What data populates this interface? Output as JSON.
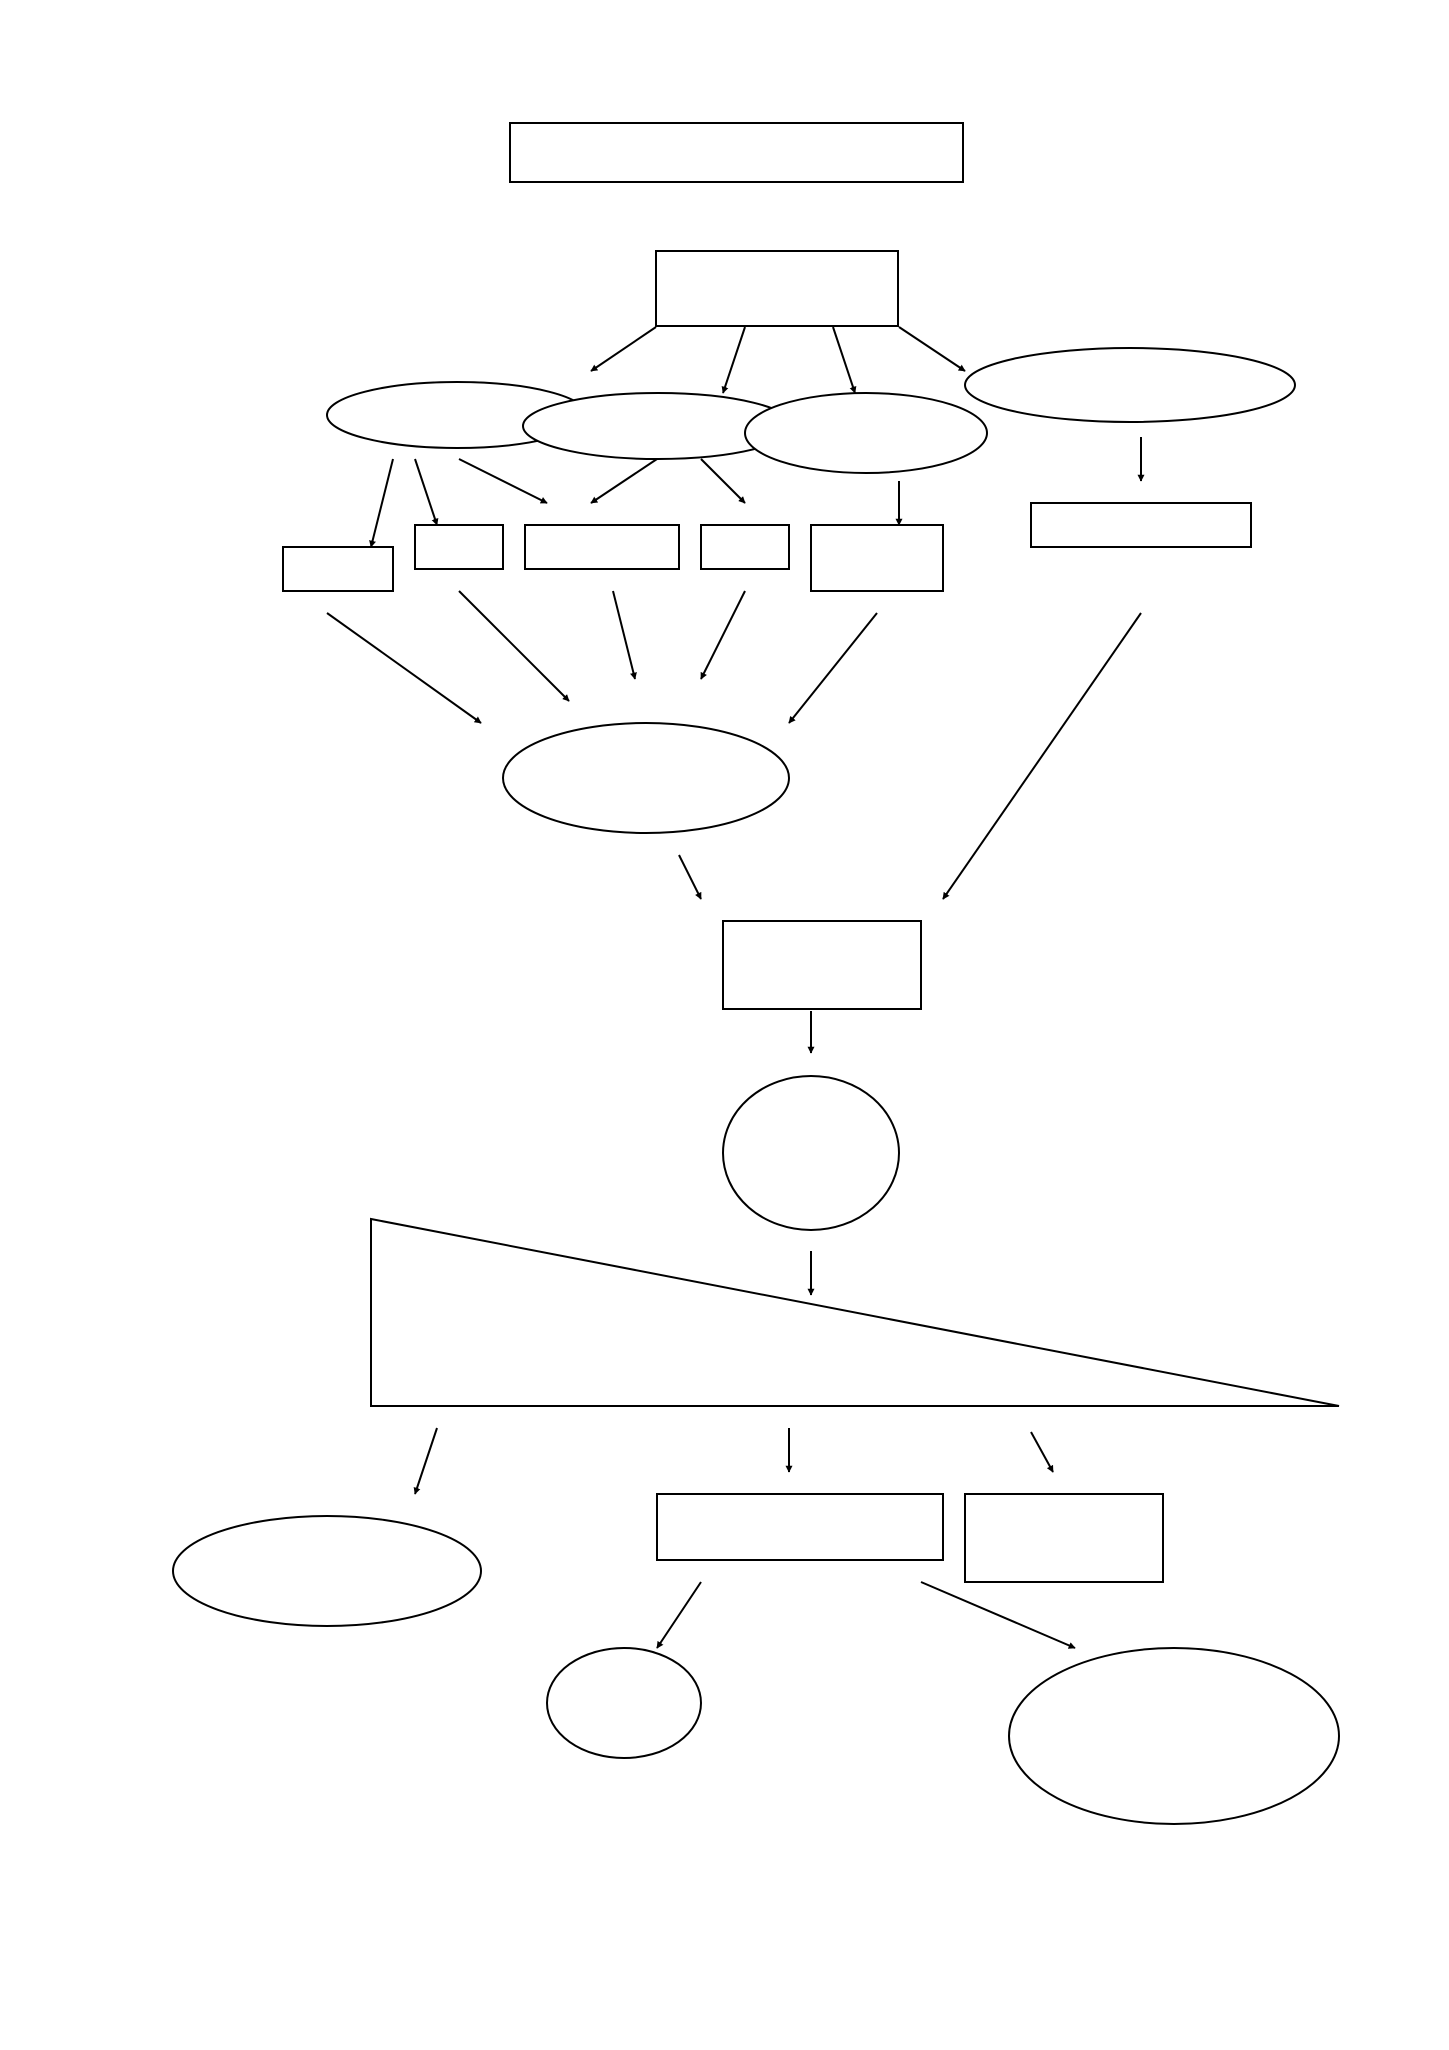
{
  "diagram": {
    "type": "flowchart",
    "background_color": "#ffffff",
    "line_color": "#000000",
    "nodes": [
      {
        "id": "title-box",
        "shape": "rectangle",
        "label": ""
      },
      {
        "id": "root-box",
        "shape": "rectangle",
        "label": ""
      },
      {
        "id": "branch-ellipse-1",
        "shape": "ellipse",
        "label": ""
      },
      {
        "id": "branch-ellipse-2",
        "shape": "ellipse",
        "label": ""
      },
      {
        "id": "branch-ellipse-3",
        "shape": "ellipse",
        "label": ""
      },
      {
        "id": "branch-ellipse-4",
        "shape": "ellipse",
        "label": ""
      },
      {
        "id": "leaf-box-1",
        "shape": "rectangle",
        "label": ""
      },
      {
        "id": "leaf-box-2",
        "shape": "rectangle",
        "label": ""
      },
      {
        "id": "leaf-box-3",
        "shape": "rectangle",
        "label": ""
      },
      {
        "id": "leaf-box-4",
        "shape": "rectangle",
        "label": ""
      },
      {
        "id": "leaf-box-5",
        "shape": "rectangle",
        "label": ""
      },
      {
        "id": "leaf-box-6",
        "shape": "rectangle",
        "label": ""
      },
      {
        "id": "merge-ellipse",
        "shape": "ellipse",
        "label": ""
      },
      {
        "id": "center-box",
        "shape": "rectangle",
        "label": ""
      },
      {
        "id": "center-circle",
        "shape": "ellipse",
        "label": ""
      },
      {
        "id": "wedge-triangle",
        "shape": "triangle",
        "label": ""
      },
      {
        "id": "bottom-ellipse-left",
        "shape": "ellipse",
        "label": ""
      },
      {
        "id": "bottom-box-center",
        "shape": "rectangle",
        "label": ""
      },
      {
        "id": "bottom-box-right",
        "shape": "rectangle",
        "label": ""
      },
      {
        "id": "final-ellipse-small",
        "shape": "ellipse",
        "label": ""
      },
      {
        "id": "final-ellipse-large",
        "shape": "ellipse",
        "label": ""
      }
    ],
    "edges": [
      {
        "from": "root-box",
        "to": "branch-ellipse-1"
      },
      {
        "from": "root-box",
        "to": "branch-ellipse-2"
      },
      {
        "from": "root-box",
        "to": "branch-ellipse-3"
      },
      {
        "from": "root-box",
        "to": "branch-ellipse-4"
      },
      {
        "from": "branch-ellipse-1",
        "to": "leaf-box-1"
      },
      {
        "from": "branch-ellipse-1",
        "to": "leaf-box-2"
      },
      {
        "from": "branch-ellipse-1",
        "to": "leaf-box-3"
      },
      {
        "from": "branch-ellipse-2",
        "to": "leaf-box-3"
      },
      {
        "from": "branch-ellipse-2",
        "to": "leaf-box-4"
      },
      {
        "from": "branch-ellipse-3",
        "to": "leaf-box-5"
      },
      {
        "from": "branch-ellipse-4",
        "to": "leaf-box-6"
      },
      {
        "from": "leaf-box-1",
        "to": "merge-ellipse"
      },
      {
        "from": "leaf-box-2",
        "to": "merge-ellipse"
      },
      {
        "from": "leaf-box-3",
        "to": "merge-ellipse"
      },
      {
        "from": "leaf-box-4",
        "to": "merge-ellipse"
      },
      {
        "from": "leaf-box-5",
        "to": "merge-ellipse"
      },
      {
        "from": "merge-ellipse",
        "to": "center-box"
      },
      {
        "from": "leaf-box-6",
        "to": "center-box"
      },
      {
        "from": "center-box",
        "to": "center-circle"
      },
      {
        "from": "center-circle",
        "to": "wedge-triangle"
      },
      {
        "from": "wedge-triangle",
        "to": "bottom-ellipse-left"
      },
      {
        "from": "wedge-triangle",
        "to": "bottom-box-center"
      },
      {
        "from": "wedge-triangle",
        "to": "bottom-box-right"
      },
      {
        "from": "bottom-box-center",
        "to": "final-ellipse-small"
      },
      {
        "from": "bottom-box-center",
        "to": "final-ellipse-large"
      }
    ]
  }
}
